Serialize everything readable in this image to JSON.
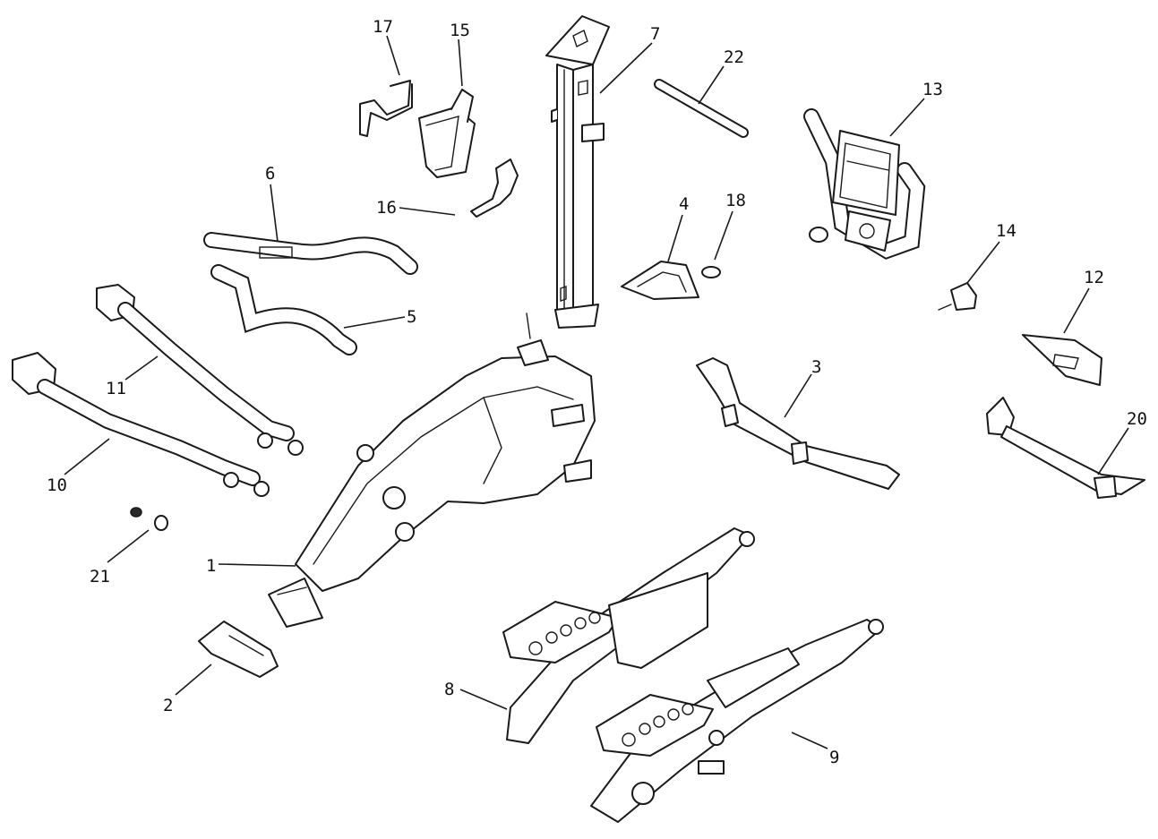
{
  "parts": [
    {
      "number": "1"
    },
    {
      "number": "2"
    },
    {
      "number": "3"
    },
    {
      "number": "4"
    },
    {
      "number": "5"
    },
    {
      "number": "6"
    },
    {
      "number": "7"
    },
    {
      "number": "8"
    },
    {
      "number": "9"
    },
    {
      "number": "10"
    },
    {
      "number": "11"
    },
    {
      "number": "12"
    },
    {
      "number": "13"
    },
    {
      "number": "14"
    },
    {
      "number": "15"
    },
    {
      "number": "16"
    },
    {
      "number": "17"
    },
    {
      "number": "18"
    },
    {
      "number": "20"
    },
    {
      "number": "21"
    },
    {
      "number": "22"
    }
  ]
}
